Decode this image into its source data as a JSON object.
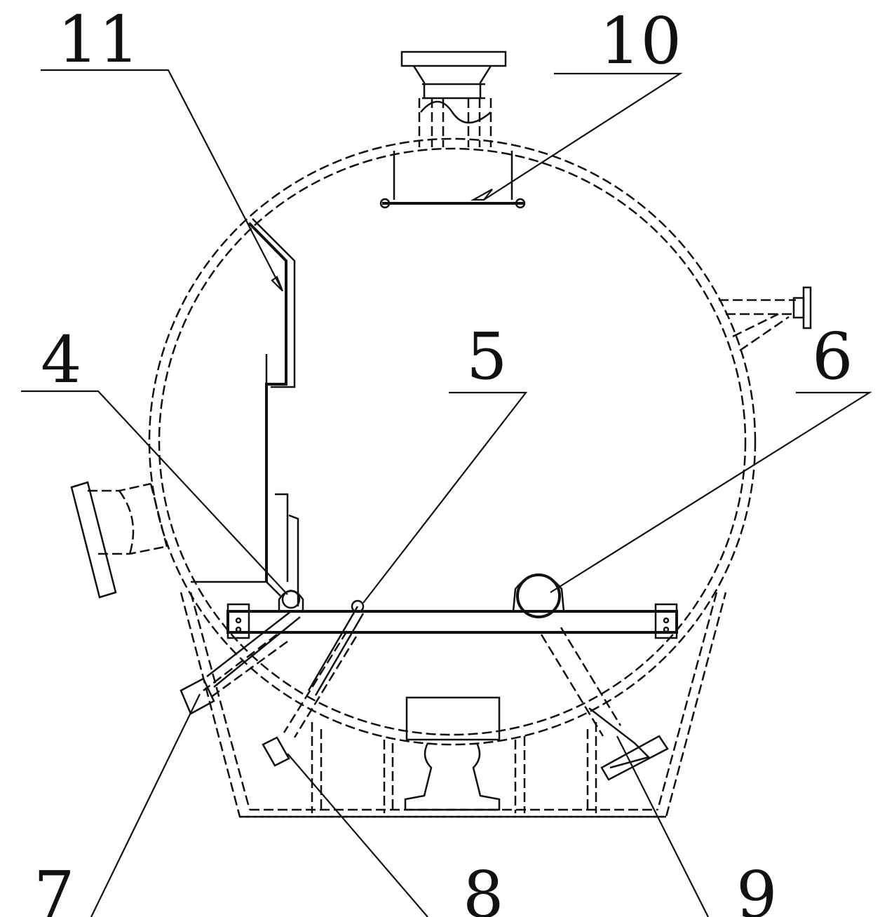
{
  "labels": {
    "l4": "4",
    "l5": "5",
    "l6": "6",
    "l7": "7",
    "l8": "8",
    "l9": "9",
    "l10": "10",
    "l11": "11"
  },
  "colors": {
    "line": "#111111",
    "background": "#ffffff"
  }
}
